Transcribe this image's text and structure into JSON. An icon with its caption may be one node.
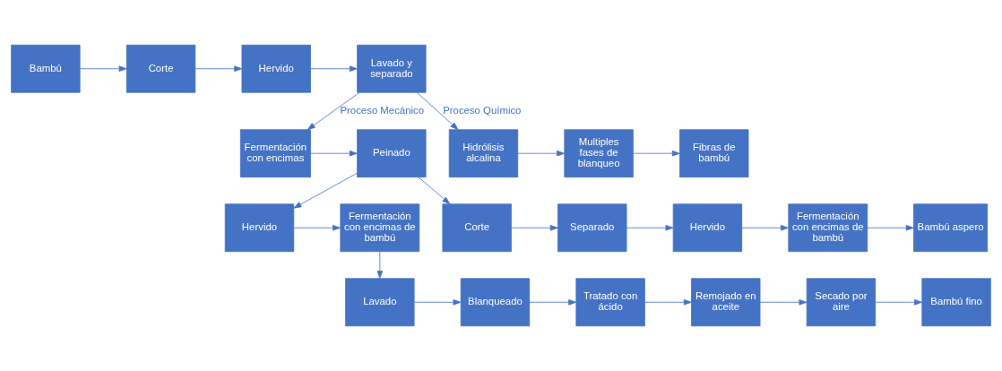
{
  "diagram": {
    "nodes": [
      {
        "text": [
          "Bambú"
        ]
      },
      {
        "text": [
          "Corte"
        ]
      },
      {
        "text": [
          "Hervido"
        ]
      },
      {
        "text": [
          "Lavado y separado"
        ]
      },
      {
        "text": [
          "Peinado"
        ]
      },
      {
        "text": [
          "Fermentación con encimas"
        ]
      },
      {
        "text": [
          "Hidrólisis alcalina"
        ]
      },
      {
        "text": [
          "Multiples fases de blanqueo"
        ]
      },
      {
        "text": [
          "Fibras de bambú"
        ]
      },
      {
        "text": [
          "Fermentación con encimas de bambú"
        ]
      },
      {
        "text": [
          "Hervido"
        ]
      },
      {
        "text": [
          "Corte"
        ]
      },
      {
        "text": [
          "Separado"
        ]
      },
      {
        "text": [
          "Hervido"
        ]
      },
      {
        "text": [
          "Fermentación con encimas de bambú"
        ]
      },
      {
        "text": [
          "Bambú aspero"
        ]
      },
      {
        "text": [
          "Lavado"
        ]
      },
      {
        "text": [
          "Blanqueado"
        ]
      },
      {
        "text": [
          "Tratado con ácido"
        ]
      },
      {
        "text": [
          "Remojado en aceite"
        ]
      },
      {
        "text": [
          "Secado por aire"
        ]
      },
      {
        "text": [
          "Bambú fino"
        ]
      }
    ],
    "edges": [
      {
        "from": 0,
        "to": 1,
        "arrow": "to"
      },
      {
        "from": 1,
        "to": 2,
        "arrow": "to"
      },
      {
        "from": 2,
        "to": 3,
        "arrow": "to"
      },
      {
        "from": 3,
        "to": 5,
        "arrow": "to",
        "label": "Proceso Mecánico"
      },
      {
        "from": 3,
        "to": 6,
        "arrow": "to",
        "label": "Proceso Químico"
      },
      {
        "from": 6,
        "to": 7,
        "arrow": "to"
      },
      {
        "from": 7,
        "to": 8,
        "arrow": "to"
      },
      {
        "from": 5,
        "to": 4,
        "arrow": "to"
      },
      {
        "from": 4,
        "to": 10,
        "arrow": "to"
      },
      {
        "from": 4,
        "to": 11,
        "arrow": "to"
      },
      {
        "from": 10,
        "to": 9,
        "arrow": "to"
      },
      {
        "from": 11,
        "to": 12,
        "arrow": "to"
      },
      {
        "from": 12,
        "to": 13,
        "arrow": "to"
      },
      {
        "from": 13,
        "to": 14,
        "arrow": "to"
      },
      {
        "from": 14,
        "to": 15,
        "arrow": "to"
      },
      {
        "from": 9,
        "to": 16,
        "arrow": "to"
      },
      {
        "from": 16,
        "to": 17,
        "arrow": "to"
      },
      {
        "from": 17,
        "to": 18,
        "arrow": "to"
      },
      {
        "from": 18,
        "to": 19,
        "arrow": "to"
      },
      {
        "from": 19,
        "to": 20,
        "arrow": "to"
      },
      {
        "from": 20,
        "to": 21,
        "arrow": "to"
      }
    ]
  }
}
